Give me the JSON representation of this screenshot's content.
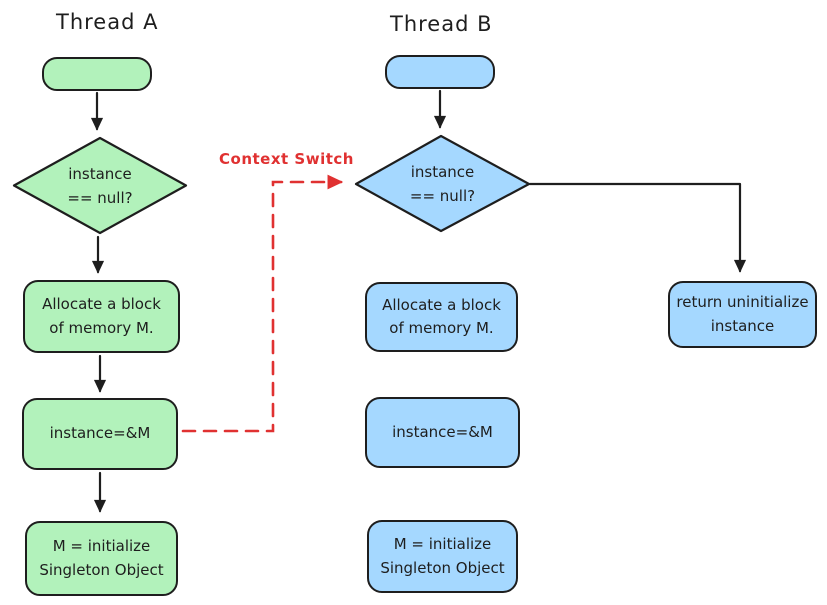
{
  "colors": {
    "green_fill": "#b2f2bb",
    "blue_fill": "#a5d8ff",
    "red": "#e03131",
    "stroke": "#1e1e1e"
  },
  "context_switch": {
    "label": "Context Switch"
  },
  "thread_a": {
    "title": "Thread A",
    "decision": "instance\n== null?",
    "steps": [
      "Allocate a block\nof memory M.",
      "instance=&M",
      "M = initialize\nSingleton Object"
    ]
  },
  "thread_b": {
    "title": "Thread B",
    "decision": "instance\n== null?",
    "steps": [
      "Allocate a block\nof memory M.",
      "instance=&M",
      "M = initialize\nSingleton Object"
    ],
    "return_step": "return uninitialize\ninstance"
  }
}
